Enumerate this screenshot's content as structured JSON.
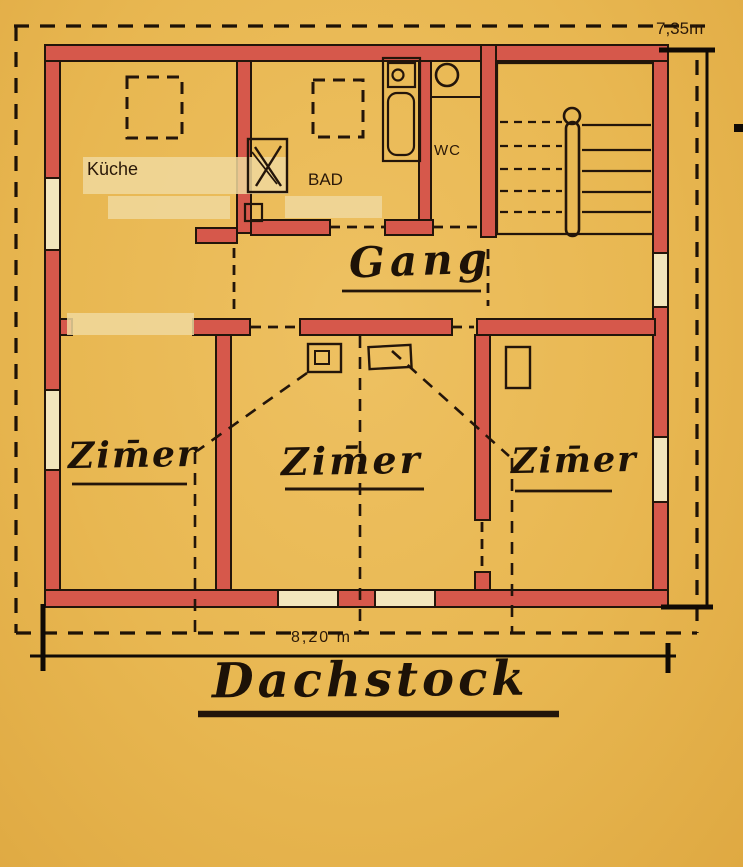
{
  "title": "Dachstock",
  "colors": {
    "paper": "#e8b751",
    "wall_red": "#d6584b",
    "ink": "#23150a",
    "window_fill": "#f3e6bd",
    "whiteout_patch": "#f0d89e"
  },
  "rooms": {
    "kueche": {
      "label": "Küche"
    },
    "bad": {
      "label": "BAD"
    },
    "wc": {
      "label": "WC"
    },
    "gang": {
      "label": "Gang"
    },
    "zimmer_left": {
      "label": "Zim̄er"
    },
    "zimmer_middle": {
      "label": "Zim̄er"
    },
    "zimmer_right": {
      "label": "Zim̄er"
    }
  },
  "dimensions": {
    "vertical": "7,35m",
    "horizontal": "8,20 m"
  },
  "fixtures": {
    "staircase": "u-stair-with-center-railing",
    "bathtub": "bathtub",
    "toilet": "toilet-bowl",
    "cross_fixture": "x-marked-basin",
    "chimneys": "chimney-flues",
    "roof_lines": "dashed-roof-slope-lines",
    "skylights": "dashed-skylight-squares"
  }
}
